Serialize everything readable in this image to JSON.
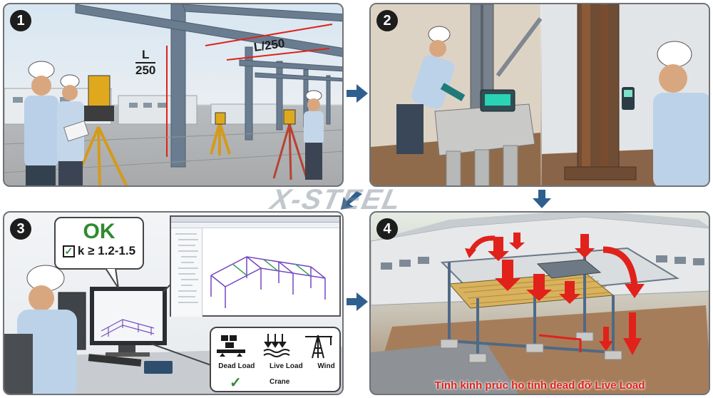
{
  "panels": [
    {
      "step": "1"
    },
    {
      "step": "2"
    },
    {
      "step": "3"
    },
    {
      "step": "4"
    }
  ],
  "panel1": {
    "span_label": "L/250",
    "height_label_top": "L",
    "height_label_bottom": "250"
  },
  "panel3": {
    "status": "OK",
    "criterion": "k ≥ 1.2-1.5",
    "loads": [
      {
        "label": "Dead Load",
        "icon": "dead-load-icon"
      },
      {
        "label": "Live Load",
        "icon": "live-load-icon"
      },
      {
        "label": "Wind",
        "icon": "wind-icon"
      }
    ],
    "crane_label": "Crane",
    "check_mark": "✓"
  },
  "panel4": {
    "caption": "Tính kinh prúc ho tính dead đỡ Live Load"
  },
  "watermark": "X-STEEL",
  "colors": {
    "accent_red": "#e0221b",
    "ok_green": "#2e8b2e",
    "arrow_blue": "#2f5f8f",
    "steel_blue": "#5d7790",
    "helmet": "#ffffff"
  }
}
